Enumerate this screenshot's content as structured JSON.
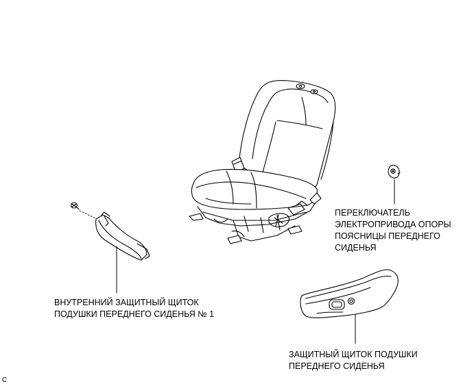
{
  "labels": {
    "lumbar_switch": [
      "ПЕРЕКЛЮЧАТЕЛЬ",
      "ЭЛЕКТРОПРИВОДА ОПОРЫ",
      "ПОЯСНИЦЫ ПЕРЕДНЕГО",
      "СИДЕНЬЯ"
    ],
    "inner_shield": [
      "ВНУТРЕННИЙ ЗАЩИТНЫЙ ЩИТОК",
      "ПОДУШКИ ПЕРЕДНЕГО СИДЕНЬЯ № 1"
    ],
    "cushion_shield": [
      "ЗАЩИТНЫЙ ЩИТОК ПОДУШКИ",
      "ПЕРЕДНЕГО СИДЕНЬЯ"
    ],
    "figure_code": "C"
  }
}
